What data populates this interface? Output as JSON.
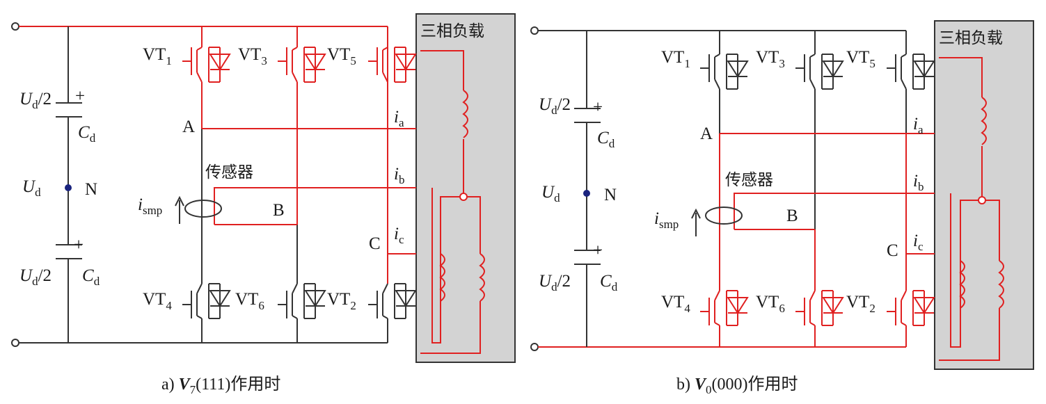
{
  "panel_a": {
    "load_title": "三相负载",
    "dc_top": "U",
    "dc_top_sub": "d",
    "dc_top_tail": "/2",
    "dc_mid": "U",
    "dc_mid_sub": "d",
    "dc_bot": "U",
    "dc_bot_sub": "d",
    "dc_bot_tail": "/2",
    "cap_top": "C",
    "cap_top_sub": "d",
    "cap_bot": "C",
    "cap_bot_sub": "d",
    "neutral": "N",
    "plus_top": "+",
    "plus_bot": "+",
    "node_a": "A",
    "node_b": "B",
    "node_c": "C",
    "sensor": "传感器",
    "ismp": "i",
    "ismp_sub": "smp",
    "ia": "i",
    "ia_sub": "a",
    "ib": "i",
    "ib_sub": "b",
    "ic": "i",
    "ic_sub": "c",
    "vt1": "VT",
    "vt1_sub": "1",
    "vt3": "VT",
    "vt3_sub": "3",
    "vt5": "VT",
    "vt5_sub": "5",
    "vt4": "VT",
    "vt4_sub": "4",
    "vt6": "VT",
    "vt6_sub": "6",
    "vt2": "VT",
    "vt2_sub": "2",
    "caption_prefix": "a) ",
    "caption_v": "V",
    "caption_sub": "7",
    "caption_rest": "(111)作用时"
  },
  "panel_b": {
    "load_title": "三相负载",
    "dc_top": "U",
    "dc_top_sub": "d",
    "dc_top_tail": "/2",
    "dc_mid": "U",
    "dc_mid_sub": "d",
    "dc_bot": "U",
    "dc_bot_sub": "d",
    "dc_bot_tail": "/2",
    "cap_top": "C",
    "cap_top_sub": "d",
    "cap_bot": "C",
    "cap_bot_sub": "d",
    "neutral": "N",
    "plus_top": "+",
    "plus_bot": "+",
    "node_a": "A",
    "node_b": "B",
    "node_c": "C",
    "sensor": "传感器",
    "ismp": "i",
    "ismp_sub": "smp",
    "ia": "i",
    "ia_sub": "a",
    "ib": "i",
    "ib_sub": "b",
    "ic": "i",
    "ic_sub": "c",
    "vt1": "VT",
    "vt1_sub": "1",
    "vt3": "VT",
    "vt3_sub": "3",
    "vt5": "VT",
    "vt5_sub": "5",
    "vt4": "VT",
    "vt4_sub": "4",
    "vt6": "VT",
    "vt6_sub": "6",
    "vt2": "VT",
    "vt2_sub": "2",
    "caption_prefix": "b) ",
    "caption_v": "V",
    "caption_sub": "0",
    "caption_rest": "(000)作用时"
  },
  "colors": {
    "active_path": "#e02020",
    "inactive_path": "#333333",
    "load_fill": "#d3d3d3",
    "neutral_dot": "#1a237e"
  }
}
